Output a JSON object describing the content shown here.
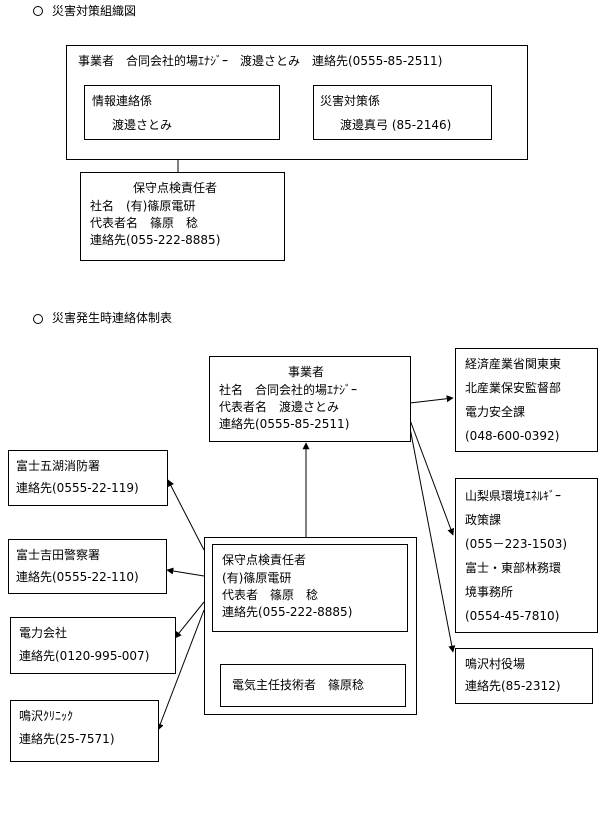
{
  "section1": {
    "heading": "災害対策組織図",
    "business_line": "事業者　合同会社的場ｴﾅｼﾞｰ　渡邊さとみ　連絡先(0555-85-2511)",
    "info_title": "情報連絡係",
    "info_person": "渡邊さとみ",
    "disaster_title": "災害対策係",
    "disaster_person": "渡邊真弓 (85-2146)",
    "inspector_title": "保守点検責任者",
    "inspector_company": "社名　(有)篠原電研",
    "inspector_rep": "代表者名　篠原　稔",
    "inspector_contact": "連絡先(055-222-8885)"
  },
  "section2": {
    "heading": "災害発生時連絡体制表",
    "business": {
      "title": "事業者",
      "company": "社名　合同会社的場ｴﾅｼﾞｰ",
      "rep": "代表者名　渡邊さとみ",
      "contact": "連絡先(0555-85-2511)"
    },
    "meti": [
      "経済産業省関東東",
      "北産業保安監督部",
      "電力安全課",
      "(048-600-0392)"
    ],
    "yamanashi": [
      "山梨県環境ｴﾈﾙｷﾞｰ",
      "政策課",
      "(055－223-1503)",
      "富士・東部林務環",
      "境事務所",
      "(0554-45-7810)"
    ],
    "narusawa": [
      "鳴沢村役場",
      "連絡先(85-2312)"
    ],
    "fire": [
      "富士五湖消防署",
      "連絡先(0555-22-119)"
    ],
    "police": [
      "富士吉田警察署",
      "連絡先(0555-22-110)"
    ],
    "power": [
      "電力会社",
      "連絡先(0120-995-007)"
    ],
    "clinic": [
      "鳴沢ｸﾘﾆｯｸ",
      "連絡先(25-7571)"
    ],
    "inspector": {
      "title": "保守点検責任者",
      "company": "(有)篠原電研",
      "rep": "代表者　篠原　稔",
      "contact": "連絡先(055-222-8885)"
    },
    "engineer": "電気主任技術者　篠原稔"
  }
}
